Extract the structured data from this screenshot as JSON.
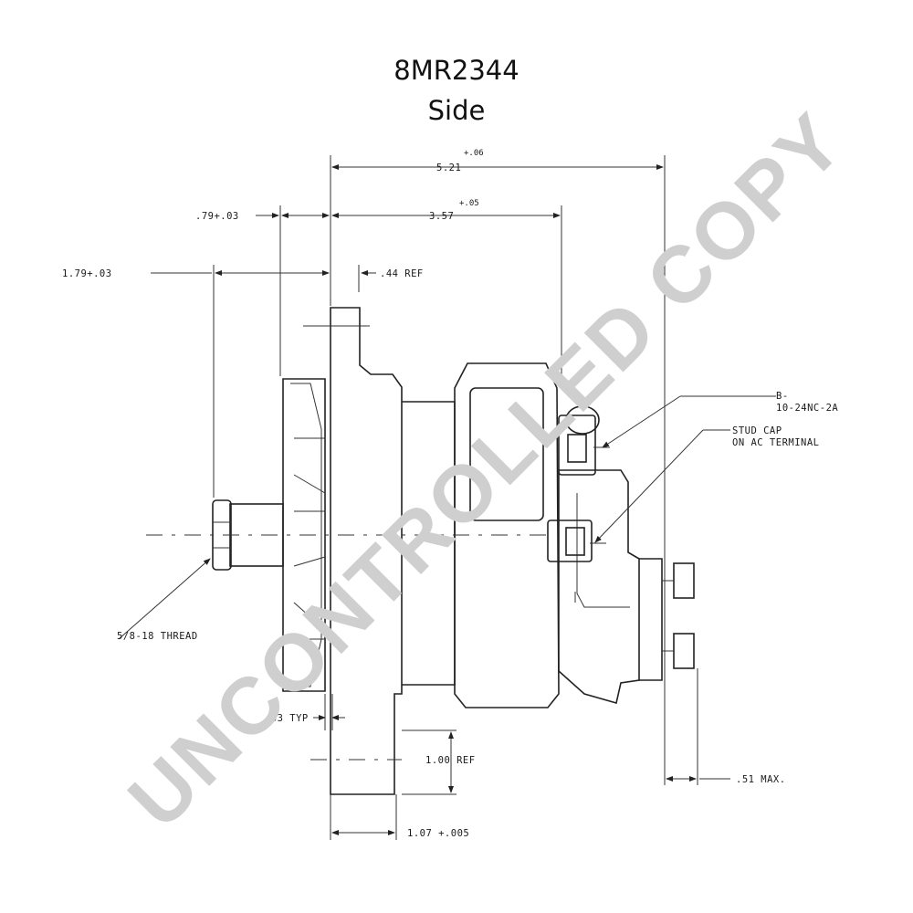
{
  "header": {
    "part_number": "8MR2344",
    "view": "Side"
  },
  "dimensions": {
    "overall_length": "5.21",
    "overall_length_tol": "+.06",
    "body_length": "3.57",
    "body_length_tol": "+.05",
    "pulley_offset": ".79+.03",
    "shaft_length": "1.79+.03",
    "flange_ref": ".44 REF",
    "gap_typ": ".03 TYP",
    "mount_ref": "1.00 REF",
    "mount_width": "1.07 +.005",
    "terminal_max": ".51 MAX."
  },
  "callouts": {
    "b_terminal_line1": "B-",
    "b_terminal_line2": "10-24NC-2A",
    "stud_cap_line1": "STUD CAP",
    "stud_cap_line2": "ON AC TERMINAL",
    "thread": "5/8-18 THREAD"
  },
  "watermark": "UNCONTROLLED COPY"
}
